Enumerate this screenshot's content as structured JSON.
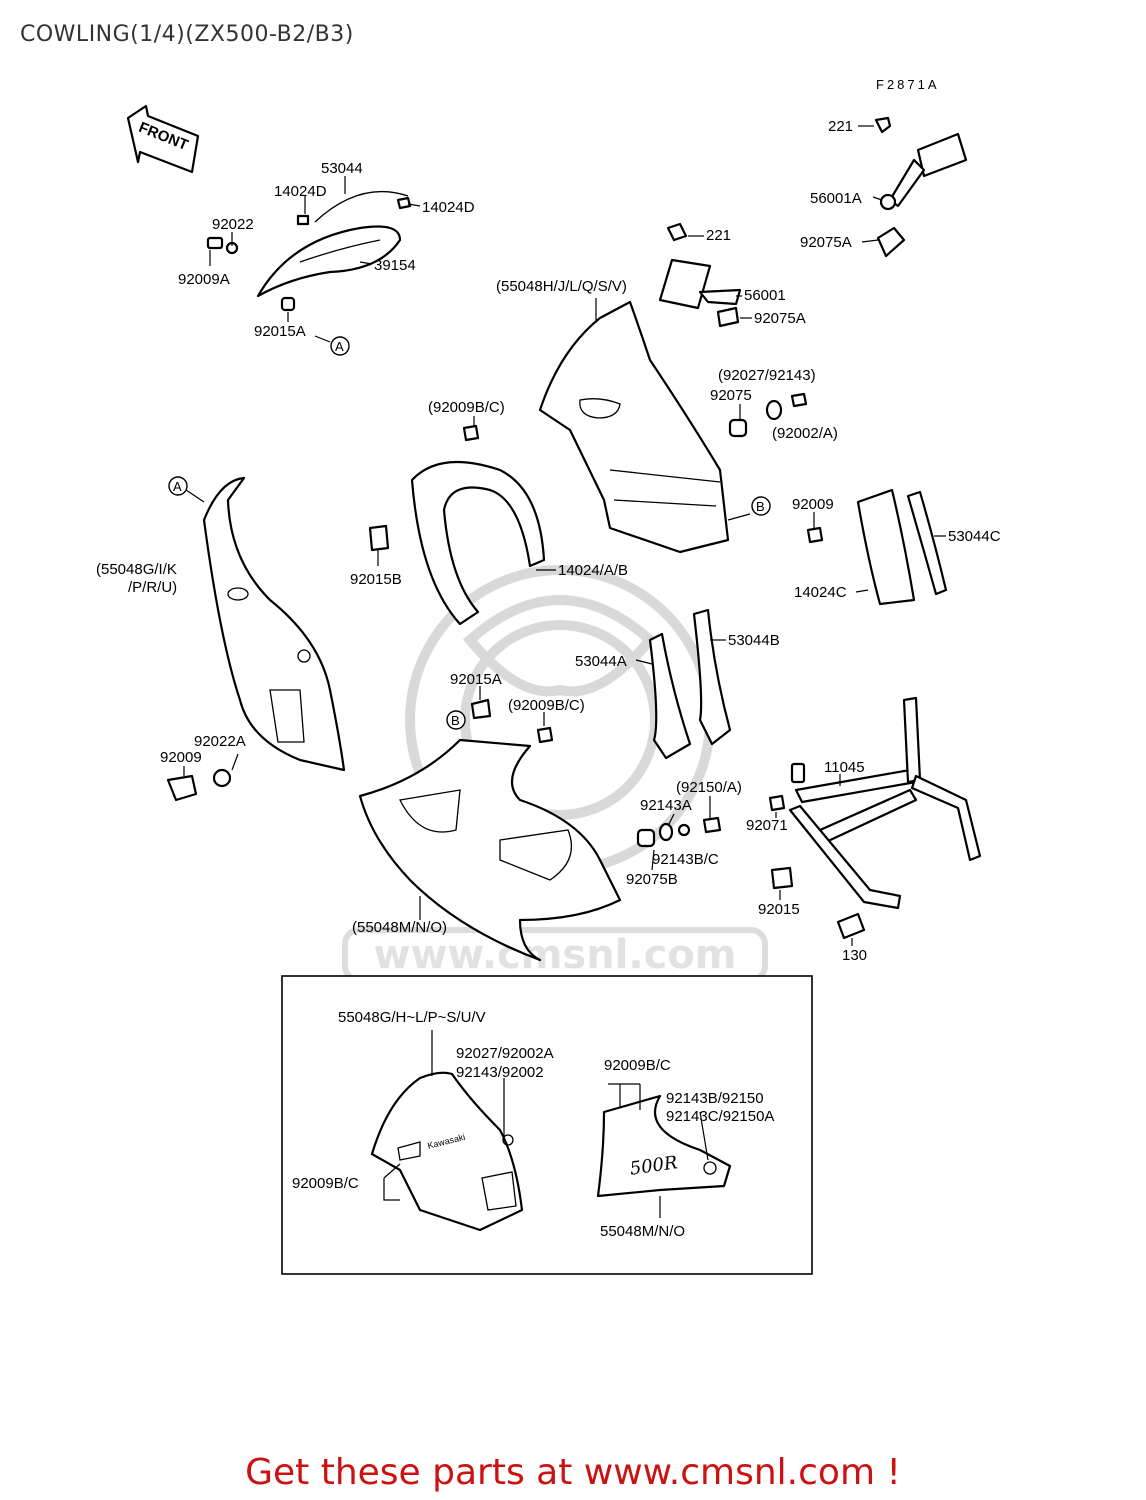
{
  "page_title": "COWLING(1/4)(ZX500-B2/B3)",
  "figure_code": "F2871A",
  "front_label": "FRONT",
  "watermark_text": "www.cmsnl.com",
  "callouts": {
    "A": "A",
    "B": "B"
  },
  "parts": {
    "p221_top": "221",
    "p56001A": "56001A",
    "p92075A_top": "92075A",
    "p221": "221",
    "p56001": "56001",
    "p92075A": "92075A",
    "p53044": "53044",
    "p14024D_l": "14024D",
    "p14024D_r": "14024D",
    "p92022": "92022",
    "p92009A": "92009A",
    "p39154": "39154",
    "p92015A_top": "92015A",
    "p55048H": "(55048H/J/L/Q/S/V)",
    "p92027": "(92027/92143)",
    "p92075": "92075",
    "p92002": "(92002/A)",
    "p92009BC_top": "(92009B/C)",
    "p92009_r": "92009",
    "p53044C": "53044C",
    "p14024C": "14024C",
    "p92015B": "92015B",
    "p14024AB": "14024/A/B",
    "p55048G_1": "(55048G/I/K",
    "p55048G_2": "/P/R/U)",
    "p53044B": "53044B",
    "p53044A": "53044A",
    "p92015A_mid": "92015A",
    "p92009BC_mid": "(92009B/C)",
    "p92022A": "92022A",
    "p92009_l": "92009",
    "p92150": "(92150/A)",
    "p92143A": "92143A",
    "p11045": "11045",
    "p92071": "92071",
    "p92143BC": "92143B/C",
    "p92075B": "92075B",
    "p92015": "92015",
    "p55048MNO": "(55048M/N/O)",
    "p130": "130"
  },
  "inset": {
    "upper_ref": "55048G/H~L/P~S/U/V",
    "ref_a": "92027/92002A",
    "ref_b": "92143/92002",
    "ref_c": "92009B/C",
    "lower_ref_top": "92009B/C",
    "lower_ref_b": "92143B/92150",
    "lower_ref_c": "92143C/92150A",
    "lower_ref": "55048M/N/O",
    "decal_brand": "Kawasaki",
    "decal_model": "500R"
  },
  "footer": "Get these parts at www.cmsnl.com !",
  "colors": {
    "footer_text": "#cc1111",
    "title_text": "#333333",
    "line_art": "#000000",
    "watermark": "#d9d9d9"
  }
}
